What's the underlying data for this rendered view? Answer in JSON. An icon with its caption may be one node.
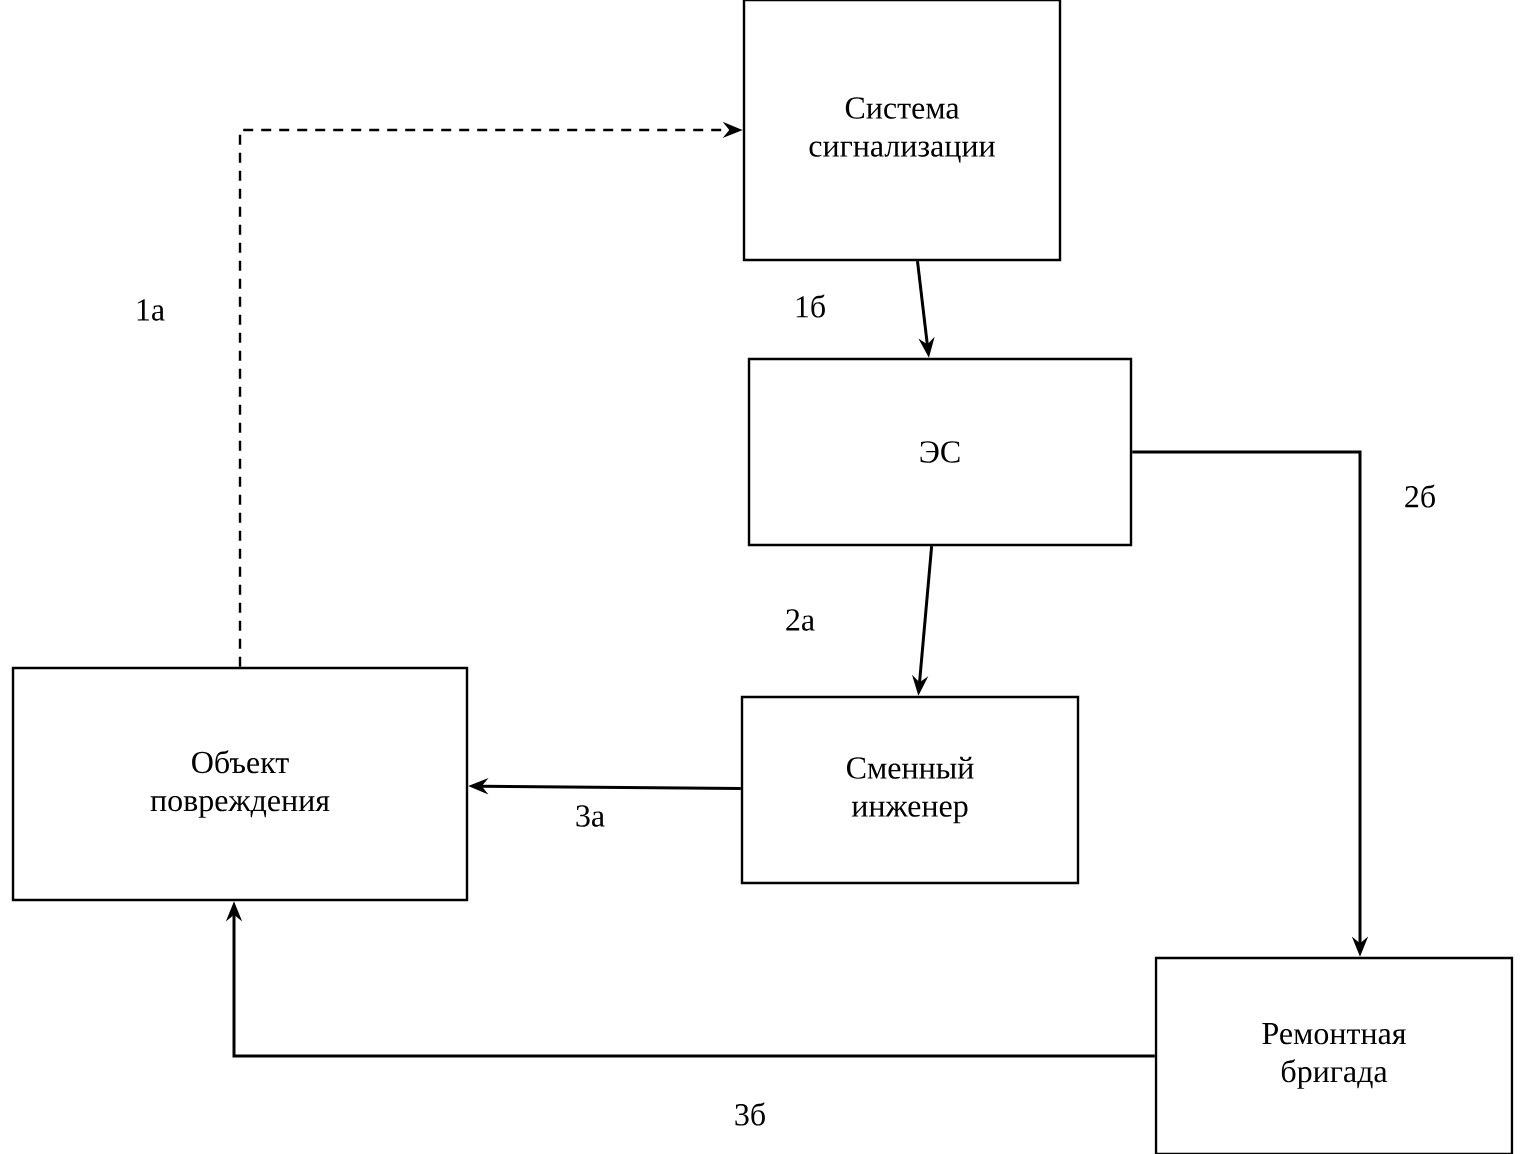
{
  "diagram": {
    "nodes": [
      {
        "text": [
          "Система сигнализации"
        ]
      },
      {
        "text": [
          "ЭС"
        ]
      },
      {
        "text": [
          "Сменный инженер"
        ]
      },
      {
        "text": [
          "Объект повреждения"
        ]
      },
      {
        "text": [
          "Ремонтная бригада"
        ]
      }
    ],
    "edges": [
      {
        "from": 3,
        "to": 0,
        "arrow": "to",
        "label": "1а",
        "style": "dashed"
      },
      {
        "from": 0,
        "to": 1,
        "arrow": "to",
        "label": "1б"
      },
      {
        "from": 1,
        "to": 4,
        "arrow": "to",
        "label": "2б"
      },
      {
        "from": 1,
        "to": 2,
        "arrow": "to",
        "label": "2а"
      },
      {
        "from": 2,
        "to": 3,
        "arrow": "to",
        "label": "3а"
      },
      {
        "from": 4,
        "to": 3,
        "arrow": "to",
        "label": "3б"
      }
    ]
  }
}
